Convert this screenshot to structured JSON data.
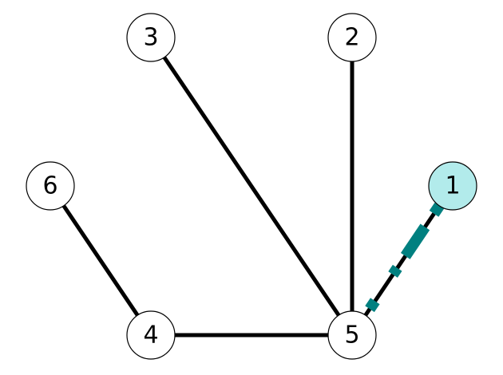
{
  "graph": {
    "colors": {
      "edge": "#000000",
      "highlight_edge": "#008080",
      "node_fill": "#ffffff",
      "highlighted_node_fill": "#b2ebeb"
    },
    "nodes": [
      {
        "id": "1",
        "label": "1",
        "highlighted": true
      },
      {
        "id": "2",
        "label": "2",
        "highlighted": false
      },
      {
        "id": "3",
        "label": "3",
        "highlighted": false
      },
      {
        "id": "4",
        "label": "4",
        "highlighted": false
      },
      {
        "id": "5",
        "label": "5",
        "highlighted": false
      },
      {
        "id": "6",
        "label": "6",
        "highlighted": false
      }
    ],
    "edges": [
      {
        "source": "3",
        "target": "5",
        "highlighted": false
      },
      {
        "source": "2",
        "target": "5",
        "highlighted": false
      },
      {
        "source": "6",
        "target": "4",
        "highlighted": false
      },
      {
        "source": "4",
        "target": "5",
        "highlighted": false
      },
      {
        "source": "1",
        "target": "5",
        "highlighted": true
      }
    ]
  }
}
